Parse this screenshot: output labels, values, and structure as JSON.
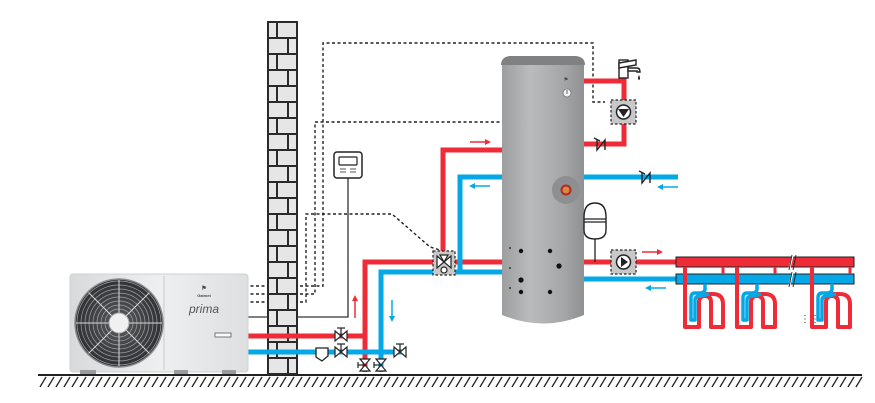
{
  "diagram": {
    "title": "Heat pump installation schematic with DHW cylinder and underfloor heating",
    "colors": {
      "supply": "#ee2b36",
      "return": "#05a8e6",
      "control_line": "#222222",
      "wall_fill": "#e6e6e6",
      "tank": "#a9abad",
      "component_box": "#c8c8c8"
    },
    "outdoor_unit": {
      "brand_text": "Galmet",
      "model_text": "prima"
    },
    "components": [
      {
        "name": "outdoor-heat-pump-unit",
        "icon": "fan-icon"
      },
      {
        "name": "brick-wall",
        "icon": "wall"
      },
      {
        "name": "room-controller",
        "icon": "controller-icon"
      },
      {
        "name": "three-way-diverter-valve",
        "icon": "three-way-valve-icon"
      },
      {
        "name": "dhw-storage-cylinder",
        "icon": "tank"
      },
      {
        "name": "tap",
        "icon": "faucet-icon"
      },
      {
        "name": "dhw-circulation-pump",
        "icon": "pump-icon"
      },
      {
        "name": "non-return-valve-circulation",
        "icon": "check-valve-icon"
      },
      {
        "name": "non-return-valve-cold-inlet",
        "icon": "check-valve-icon"
      },
      {
        "name": "expansion-vessel",
        "icon": "expansion-vessel-icon"
      },
      {
        "name": "heating-circuit-pump",
        "icon": "pump-icon"
      },
      {
        "name": "underfloor-manifold",
        "icon": "manifold"
      },
      {
        "name": "underfloor-loops",
        "icon": "floor-loop-icon"
      },
      {
        "name": "strainer",
        "icon": "filter-icon"
      },
      {
        "name": "shutoff-valves",
        "icon": "valve-icon"
      }
    ],
    "loops_ellipsis": "⋮⋮"
  }
}
